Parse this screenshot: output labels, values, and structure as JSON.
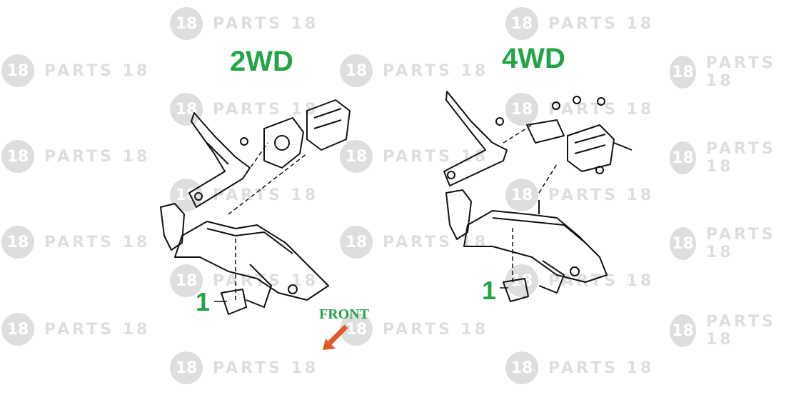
{
  "watermark": {
    "text": "PARTS 18",
    "logo_glyph": "18",
    "icon": "parts18-logo-icon"
  },
  "left_panel": {
    "title": "2WD",
    "callout": "1"
  },
  "right_panel": {
    "title": "4WD",
    "callout": "1"
  },
  "direction": {
    "label": "FRONT",
    "arrow_color": "#e05a2b",
    "icon": "arrow-down-left-icon"
  },
  "colors": {
    "accent": "#22a447",
    "line": "#111111"
  }
}
